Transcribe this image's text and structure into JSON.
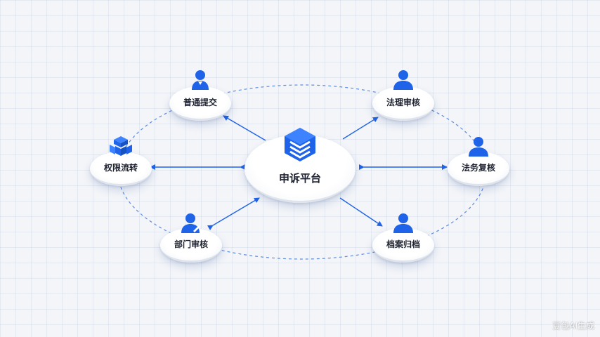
{
  "center": {
    "label": "申诉平台",
    "icon": "stack-cube-icon"
  },
  "nodes": {
    "submit": {
      "label": "普通提交",
      "icon": "user-icon"
    },
    "legal_review": {
      "label": "法理审核",
      "icon": "user-icon"
    },
    "transfer": {
      "label": "权限流转",
      "icon": "cubes-icon"
    },
    "legal_recheck": {
      "label": "法务复核",
      "icon": "user-icon"
    },
    "dept_review": {
      "label": "部门审核",
      "icon": "user-edit-icon"
    },
    "archive": {
      "label": "档案归档",
      "icon": "user-icon"
    }
  },
  "watermark": "豆包AI生成",
  "colors": {
    "accent": "#1f63e8",
    "dashed": "#4a7fe0"
  }
}
